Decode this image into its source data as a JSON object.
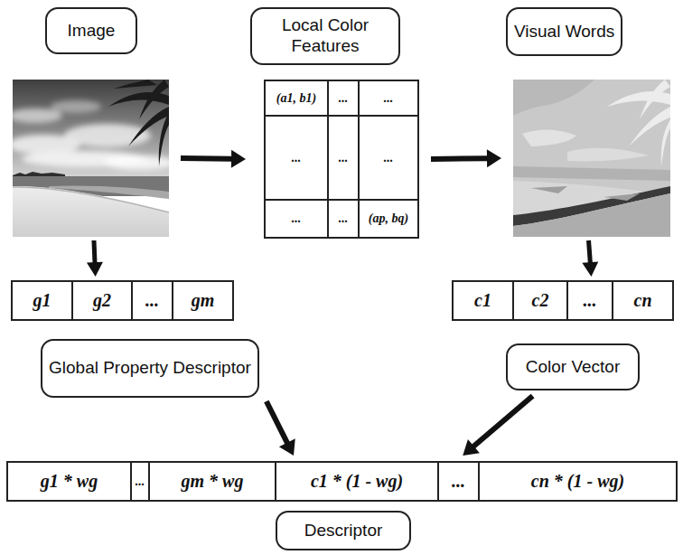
{
  "diagram": {
    "nodes": [
      {
        "text": [
          "Image"
        ]
      },
      {
        "text": [
          "Local Color Features"
        ]
      },
      {
        "text": [
          "(a1, b1)",
          "...",
          "...",
          "...",
          "...",
          "...",
          "...",
          "...",
          "(ap, bq)"
        ]
      },
      {
        "text": [
          "Visual Words"
        ]
      },
      {
        "text": [
          "g1",
          "g2",
          "...",
          "gm"
        ]
      },
      {
        "text": [
          "c1",
          "c2",
          "...",
          "cn"
        ]
      },
      {
        "text": [
          "Global Property Descriptor"
        ]
      },
      {
        "text": [
          "Color Vector"
        ]
      },
      {
        "text": [
          "g1 * wg",
          "...",
          "gm * wg",
          "c1 * (1 - wg)",
          "...",
          "cn * (1 - wg)"
        ]
      },
      {
        "text": [
          "Descriptor"
        ]
      }
    ],
    "edges": [
      {
        "from": 0,
        "to": 2,
        "arrow": "to"
      },
      {
        "from": 2,
        "to": 3,
        "arrow": "to"
      },
      {
        "from": 0,
        "to": 4,
        "arrow": "to"
      },
      {
        "from": 3,
        "to": 5,
        "arrow": "to"
      },
      {
        "from": 6,
        "to": 8,
        "arrow": "to"
      },
      {
        "from": 7,
        "to": 8,
        "arrow": "to"
      }
    ]
  }
}
